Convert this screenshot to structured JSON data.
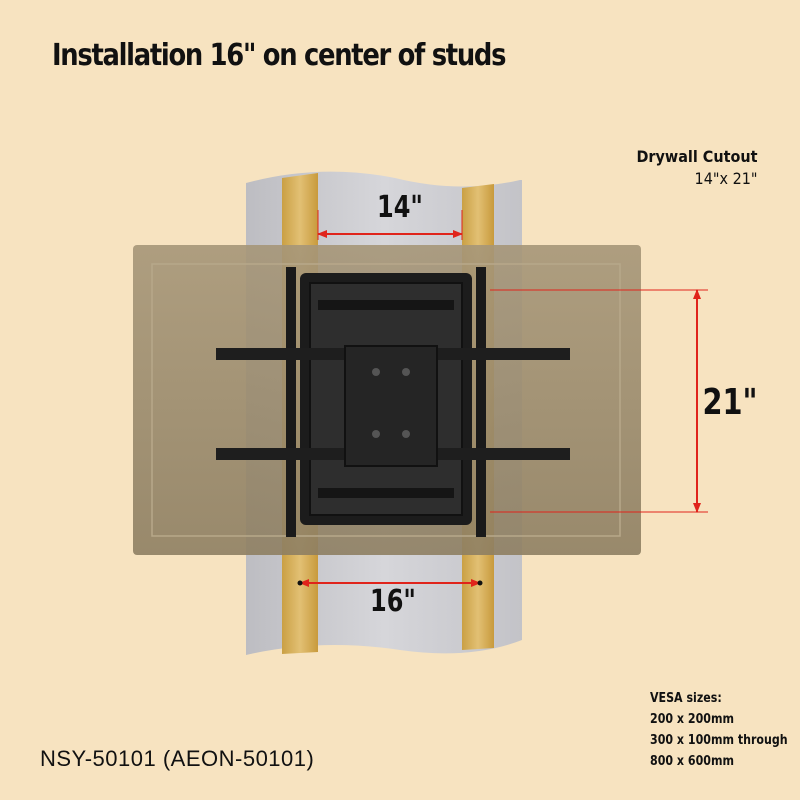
{
  "title": "Installation 16\" on center of studs",
  "cutout": {
    "label": "Drywall Cutout",
    "size": "14\"x 21\""
  },
  "dimensions": {
    "stud_gap_top": "14\"",
    "stud_center": "16\"",
    "cutout_height": "21\""
  },
  "vesa": {
    "heading": "VESA sizes:",
    "line1": "200 x 200mm",
    "line2": "300 x 100mm through",
    "line3": "800 x 600mm"
  },
  "model": "NSY-50101  (AEON-50101)",
  "colors": {
    "background": "#f7e3c0",
    "wall": "#c9c9cc",
    "stud": "#d9b45a",
    "tv": "#9a8a6c",
    "arrow": "#e0241b",
    "bracket": "#1a1a1a"
  }
}
